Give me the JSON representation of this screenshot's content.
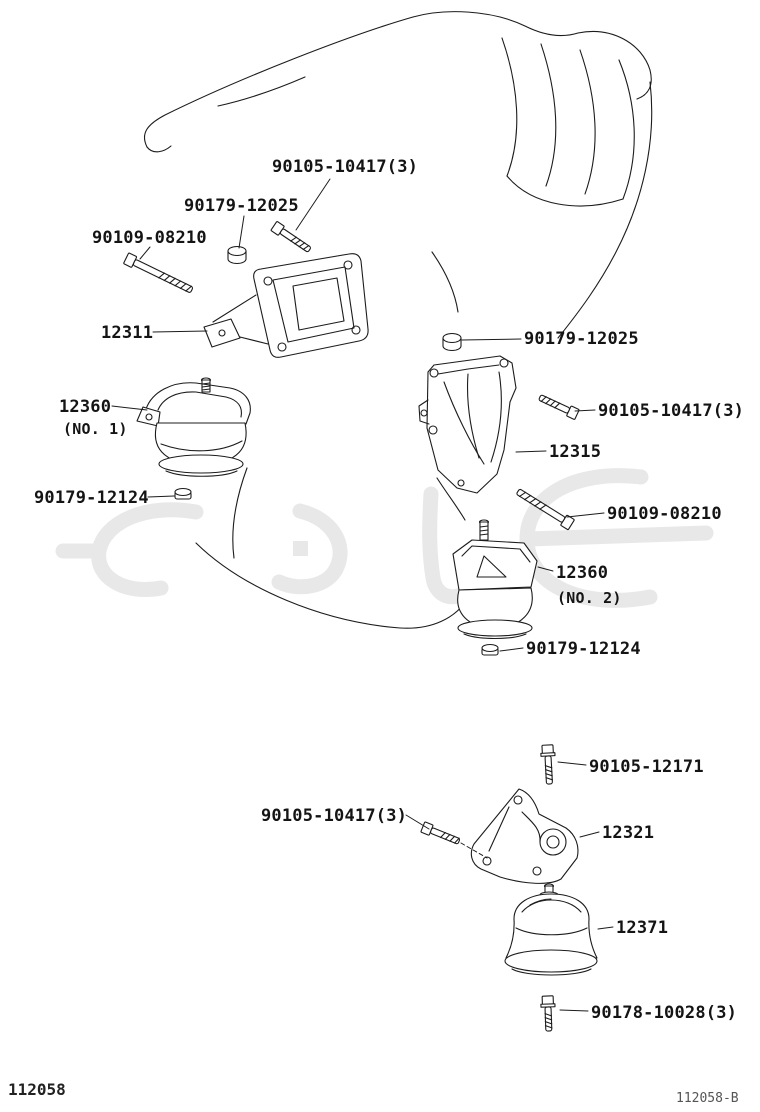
{
  "page": {
    "drawing_number": "112058",
    "sheet_code": "112058-B"
  },
  "labels": [
    {
      "text": "90105-10417(3)"
    },
    {
      "text": "90179-12025"
    },
    {
      "text": "90109-08210"
    },
    {
      "text": "12311"
    },
    {
      "text": "90179-12025"
    },
    {
      "text": "12360"
    },
    {
      "text": "(NO. 1)"
    },
    {
      "text": "90105-10417(3)"
    },
    {
      "text": "12315"
    },
    {
      "text": "90179-12124"
    },
    {
      "text": "90109-08210"
    },
    {
      "text": "12360"
    },
    {
      "text": "(NO. 2)"
    },
    {
      "text": "90179-12124"
    },
    {
      "text": "90105-12171"
    },
    {
      "text": "90105-10417(3)"
    },
    {
      "text": "12321"
    },
    {
      "text": "12371"
    },
    {
      "text": "90178-10028(3)"
    }
  ]
}
